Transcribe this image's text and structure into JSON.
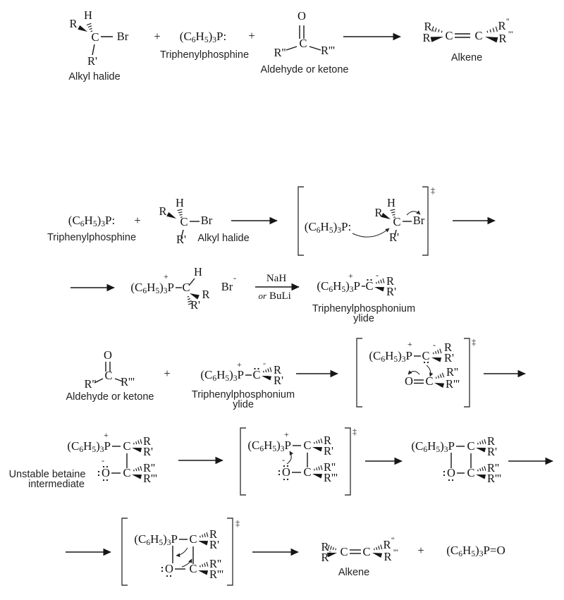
{
  "atoms": {
    "C": "C",
    "H": "H",
    "O": "O",
    "Br": "Br",
    "R": "R",
    "R_prime": "R'",
    "R_double_prime": "R''",
    "R_triple_prime": "R'''"
  },
  "formulas": {
    "triphenylphosphine_lone_pair": "(C_{6}H_{5})_{3}P:",
    "triphenylphosphonium": "(C_{6}H_{5})_{3}P",
    "triphenylphosphine_oxide": "(C_{6}H_{5})_{3}P=O"
  },
  "symbols": {
    "plus": "+",
    "minus": "-",
    "double_dagger": "‡",
    "prime": "'",
    "double_prime": "''",
    "triple_prime": "'''"
  },
  "reagents": {
    "nah": "NaH",
    "or_word": "or",
    "buli": "BuLi"
  },
  "labels": {
    "alkyl_halide": "Alkyl halide",
    "triphenylphosphine": "Triphenylphosphine",
    "aldehyde_or_ketone": "Aldehyde or ketone",
    "alkene": "Alkene",
    "ylide_line1": "Triphenylphosphonium",
    "ylide_line2": "ylide",
    "betaine_line1": "Unstable betaine",
    "betaine_line2": "intermediate"
  }
}
